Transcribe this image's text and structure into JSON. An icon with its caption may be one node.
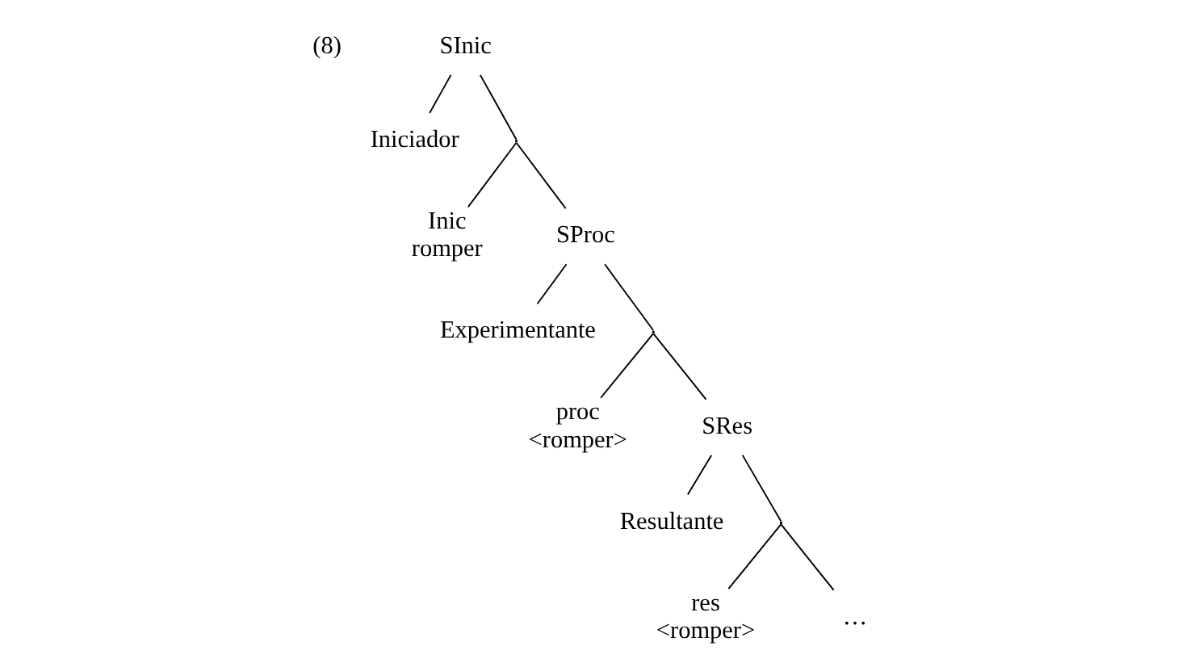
{
  "diagram": {
    "nodes": [
      {
        "text": [
          "SInic"
        ]
      },
      {
        "text": [
          "Iniciador"
        ]
      },
      {
        "text": [],
        "shape": "point"
      },
      {
        "text": [
          "Inic",
          "romper"
        ]
      },
      {
        "text": [
          "SProc"
        ]
      },
      {
        "text": [
          "Experimentante"
        ]
      },
      {
        "text": [],
        "shape": "point"
      },
      {
        "text": [
          "proc",
          "<romper>"
        ]
      },
      {
        "text": [
          "SRes"
        ]
      },
      {
        "text": [
          "Resultante"
        ]
      },
      {
        "text": [],
        "shape": "point"
      },
      {
        "text": [
          "res",
          "<romper>"
        ]
      },
      {
        "text": [
          "…"
        ]
      }
    ],
    "edges": [
      {
        "from": 0,
        "to": 1,
        "arrow": "none"
      },
      {
        "from": 0,
        "to": 2,
        "arrow": "none"
      },
      {
        "from": 2,
        "to": 3,
        "arrow": "none"
      },
      {
        "from": 2,
        "to": 4,
        "arrow": "none"
      },
      {
        "from": 4,
        "to": 5,
        "arrow": "none"
      },
      {
        "from": 4,
        "to": 6,
        "arrow": "none"
      },
      {
        "from": 6,
        "to": 7,
        "arrow": "none"
      },
      {
        "from": 6,
        "to": 8,
        "arrow": "none"
      },
      {
        "from": 8,
        "to": 9,
        "arrow": "none"
      },
      {
        "from": 8,
        "to": 10,
        "arrow": "none"
      },
      {
        "from": 10,
        "to": 11,
        "arrow": "none"
      },
      {
        "from": 10,
        "to": 12,
        "arrow": "none"
      }
    ],
    "labels": [
      "(8)"
    ]
  }
}
